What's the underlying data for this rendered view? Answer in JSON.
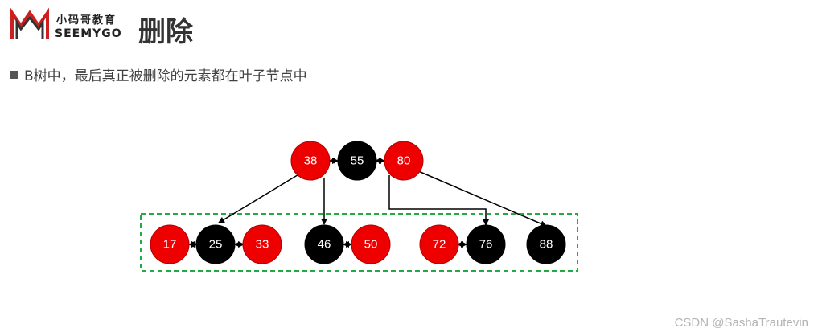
{
  "header": {
    "logo_cn": "小码哥教育",
    "logo_en": "SEEMYGO",
    "title": "删除"
  },
  "bullet": {
    "text": "B树中，最后真正被删除的元素都在叶子节点中"
  },
  "colors": {
    "red_node": "#ee0000",
    "black_node": "#000000",
    "leaf_box_border": "#22aa44",
    "logo_red": "#cc1f1f"
  },
  "tree": {
    "root": [
      {
        "id": "n38",
        "label": "38",
        "color": "red"
      },
      {
        "id": "n55",
        "label": "55",
        "color": "black"
      },
      {
        "id": "n80",
        "label": "80",
        "color": "red"
      }
    ],
    "leaves": [
      {
        "id": "n17",
        "label": "17",
        "color": "red"
      },
      {
        "id": "n25",
        "label": "25",
        "color": "black"
      },
      {
        "id": "n33",
        "label": "33",
        "color": "red"
      },
      {
        "id": "n46",
        "label": "46",
        "color": "black"
      },
      {
        "id": "n50",
        "label": "50",
        "color": "red"
      },
      {
        "id": "n72",
        "label": "72",
        "color": "red"
      },
      {
        "id": "n76",
        "label": "76",
        "color": "black"
      },
      {
        "id": "n88",
        "label": "88",
        "color": "black"
      }
    ]
  },
  "watermark": "CSDN @SashaTrautevin"
}
